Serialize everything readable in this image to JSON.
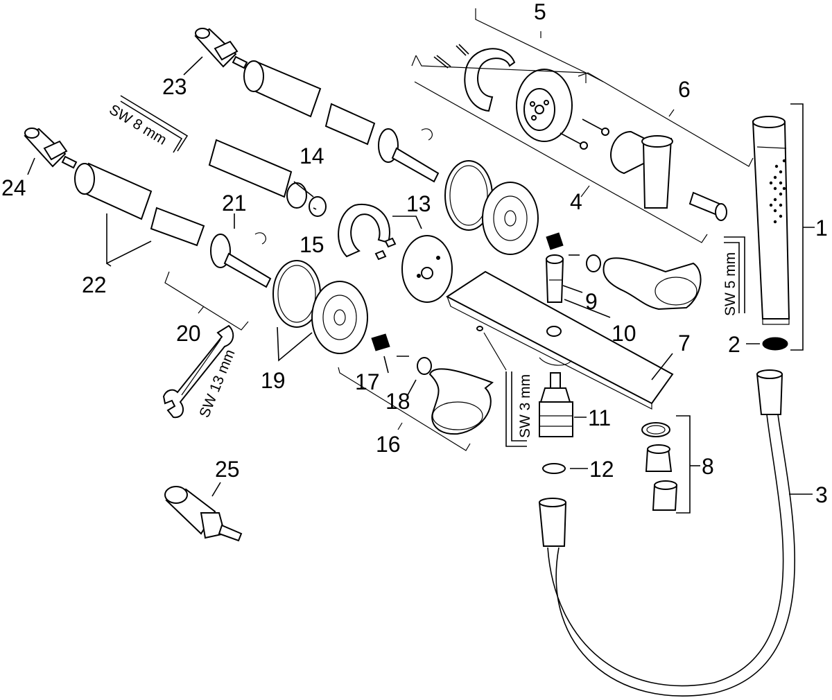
{
  "callouts": [
    "1",
    "2",
    "3",
    "4",
    "5",
    "6",
    "7",
    "8",
    "9",
    "10",
    "11",
    "12",
    "13",
    "14",
    "15",
    "16",
    "17",
    "18",
    "19",
    "20",
    "21",
    "22",
    "23",
    "24",
    "25"
  ],
  "tools": {
    "hex_8": "SW 8 mm",
    "hex_5": "SW 5 mm",
    "hex_3": "SW 3 mm",
    "wrench_13": "SW 13 mm"
  }
}
